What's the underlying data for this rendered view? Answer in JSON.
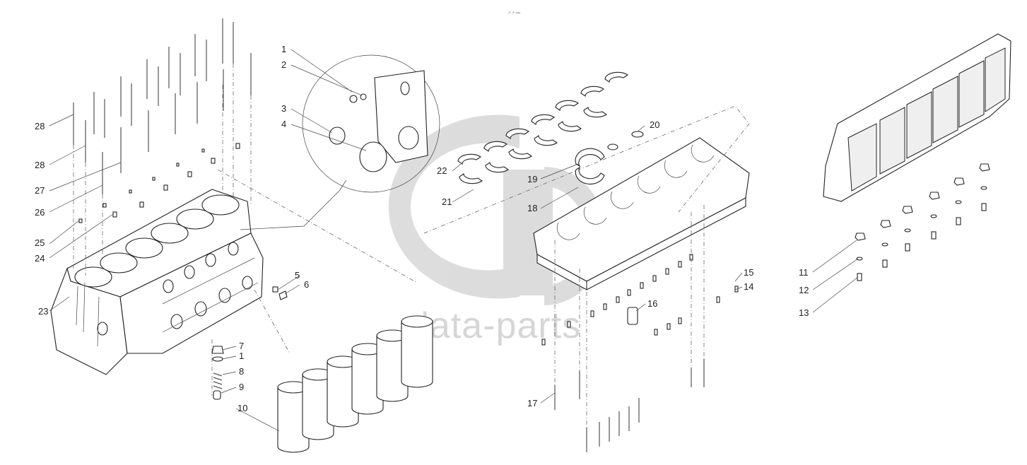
{
  "header": {
    "tiny_label": "↗↗ ▪▪▪"
  },
  "watermark": {
    "text": "data-parts",
    "color": "#d0d0d0"
  },
  "callouts": {
    "c1a": "1",
    "c2": "2",
    "c3": "3",
    "c4": "4",
    "c5": "5",
    "c6": "6",
    "c7": "7",
    "c1b": "1",
    "c8": "8",
    "c9": "9",
    "c10": "10",
    "c11": "11",
    "c12": "12",
    "c13": "13",
    "c14": "14",
    "c15": "15",
    "c16": "16",
    "c17": "17",
    "c18": "18",
    "c19": "19",
    "c20": "20",
    "c21": "21",
    "c22": "22",
    "c23": "23",
    "c24": "24",
    "c25": "25",
    "c26": "26",
    "c27": "27",
    "c28a": "28",
    "c28b": "28"
  },
  "components": {
    "engine_block": "engine-block",
    "cylinder_liners": "cylinder-liners",
    "crankcase_lower": "crankcase-lower",
    "bearing_ladder": "bearing-ladder",
    "detail_view": "detail-circle"
  }
}
